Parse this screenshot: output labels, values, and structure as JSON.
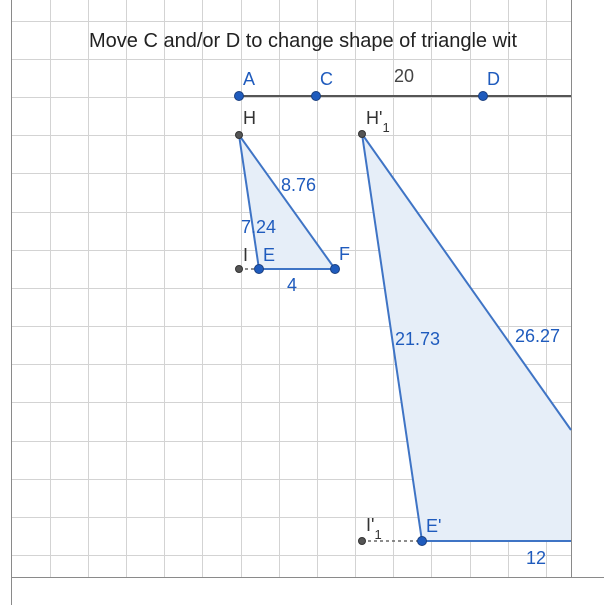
{
  "title": "Move C and/or D to change shape of triangle wit",
  "colors": {
    "grid": "#d3d3d3",
    "frame": "#8a8a8a",
    "segment_blue": "#3f74c5",
    "fill_blue": "#e6eef8",
    "point_blue": "#1f5bbd",
    "point_gray": "#555555",
    "label_blue": "#1f5bbd",
    "label_gray": "#333333",
    "slider_line": "#555555"
  },
  "slider": {
    "labels": {
      "a": "A",
      "c": "C",
      "d": "D"
    },
    "value": "20"
  },
  "triangle_small": {
    "labels": {
      "h": "H",
      "i": "I",
      "e": "E",
      "f": "F"
    },
    "lengths": {
      "he": "7.24",
      "hf": "8.76",
      "ef": "4"
    }
  },
  "triangle_large": {
    "labels": {
      "h": "H'",
      "h_sub": "1",
      "i": "I'",
      "i_sub": "1",
      "e": "E'"
    },
    "lengths": {
      "he": "21.73",
      "hf": "26.27",
      "ef": "12"
    }
  }
}
